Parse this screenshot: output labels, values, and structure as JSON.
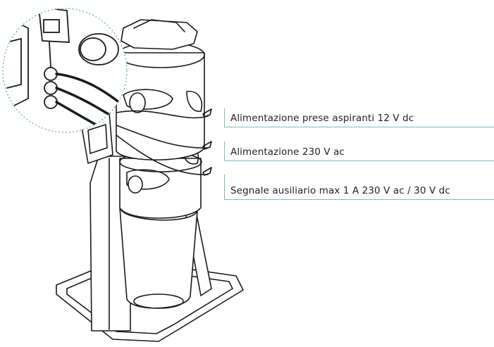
{
  "callouts": [
    {
      "label": "Alimentazione prese aspiranti 12 V dc"
    },
    {
      "label": "Alimentazione 230 V ac"
    },
    {
      "label": "Segnale ausiliario max 1 A 230 V ac / 30 V dc"
    }
  ],
  "colors": {
    "callout_line": "#7fb8bf",
    "line_art": "#1a1a1a",
    "body_fill": "#ffffff"
  }
}
